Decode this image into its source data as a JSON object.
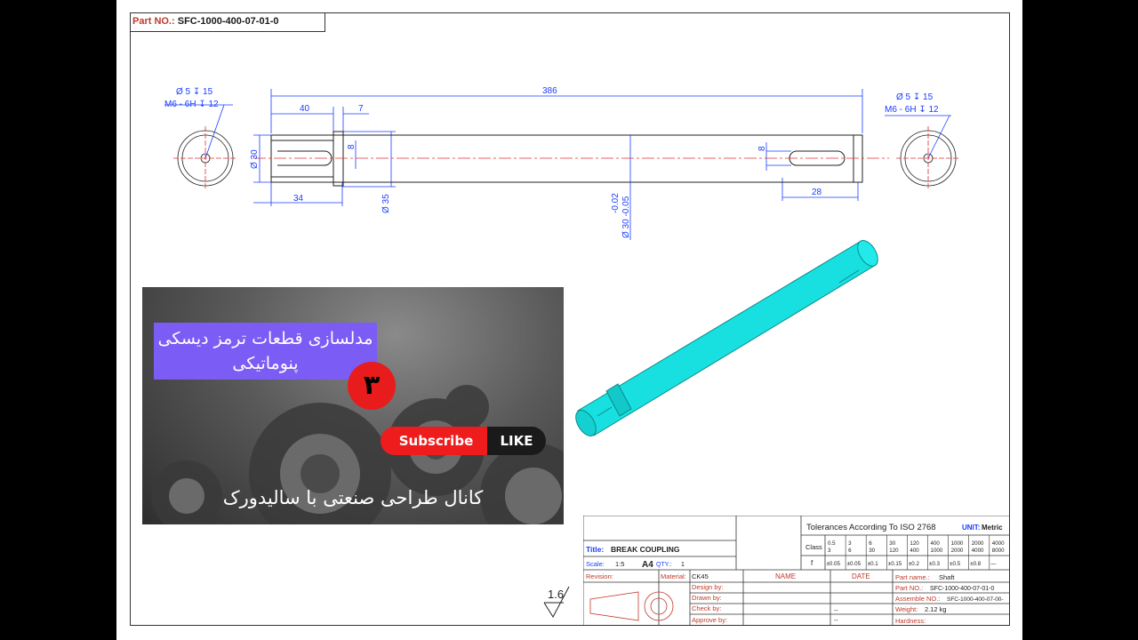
{
  "part_no": {
    "label": "Part NO.:",
    "value": "SFC-1000-400-07-01-0"
  },
  "dims": {
    "left_hole_1": "Ø 5 ↧ 15",
    "left_hole_2": "M6 - 6H ↧ 12",
    "right_hole_1": "Ø 5 ↧ 15",
    "right_hole_2": "M6 - 6H ↧ 12",
    "overall": "386",
    "d40": "40",
    "d7": "7",
    "d8a": "8",
    "d8b": "8",
    "d34": "34",
    "d28": "28",
    "dia30": "Ø 30",
    "dia35": "Ø 35",
    "tol_a": "-0.02",
    "tol_b": "Ø 30 -0.05"
  },
  "thumbnail": {
    "banner_line1": "مدلسازی قطعات ترمز دیسکی",
    "banner_line2": "پنوماتیکی",
    "badge": "۳",
    "subscribe": "Subscribe",
    "like": "LIKE",
    "channel": "کانال طراحی صنعتی با سالیدورک"
  },
  "roughness": "1.6",
  "title_block": {
    "tolerances_title": "Tolerances According To ISO 2768",
    "unit_label": "UNIT:",
    "unit_value": "Metric",
    "class_label": "Class",
    "ranges": [
      [
        "0.5",
        "3"
      ],
      [
        "3",
        "6"
      ],
      [
        "6",
        "30"
      ],
      [
        "30",
        "120"
      ],
      [
        "120",
        "400"
      ],
      [
        "400",
        "1000"
      ],
      [
        "1000",
        "2000"
      ],
      [
        "2000",
        "4000"
      ],
      [
        "4000",
        "8000"
      ]
    ],
    "class_f": "f",
    "tol_values": [
      "±0.05",
      "±0.05",
      "±0.1",
      "±0.15",
      "±0.2",
      "±0.3",
      "±0.5",
      "±0.8",
      "—"
    ],
    "title_label": "Title:",
    "title_value": "BREAK COUPLING",
    "scale_label": "Scale:",
    "scale_value": "1:5",
    "size": "A4",
    "qty_label": "QTY.:",
    "qty_value": "1",
    "revision_label": "Revision:",
    "material_label": "Material:",
    "material_value": "CK45",
    "name_header": "NAME",
    "date_header": "DATE",
    "designed_by": "Design by:",
    "drawn_by": "Drawn by:",
    "check_by": "Check by:",
    "approve_by": "Approve by:",
    "dash1": "--",
    "dash2": "--",
    "part_name_label": "Part name.:",
    "part_name_value": "Shaft",
    "part_no_label": "Part NO.:",
    "part_no_value": "SFC-1000-400-07-01-0",
    "assemble_label": "Assemble NO.:",
    "assemble_value": "SFC-1000-400-07-00-",
    "weight_label": "Weight:",
    "weight_value": "2.12 kg",
    "hardness_label": "Hardness:"
  },
  "colors": {
    "dimension": "#1a3cff",
    "center_line": "#e03030",
    "model": "#19e0e0",
    "title_label": "#c0392b"
  }
}
